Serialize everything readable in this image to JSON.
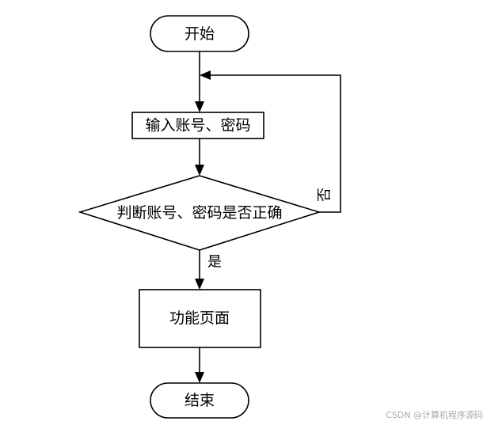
{
  "diagram": {
    "type": "flowchart",
    "nodes": {
      "start": {
        "shape": "terminator",
        "label": "开始"
      },
      "input": {
        "shape": "process",
        "label": "输入账号、密码"
      },
      "check": {
        "shape": "decision",
        "label": "判断账号、密码是否正确"
      },
      "function_page": {
        "shape": "process",
        "label": "功能页面"
      },
      "end": {
        "shape": "terminator",
        "label": "结束"
      }
    },
    "edges": [
      {
        "from": "start",
        "to": "input",
        "label": ""
      },
      {
        "from": "input",
        "to": "check",
        "label": ""
      },
      {
        "from": "check",
        "to": "input",
        "label": "否"
      },
      {
        "from": "check",
        "to": "function_page",
        "label": "是"
      },
      {
        "from": "function_page",
        "to": "end",
        "label": ""
      }
    ]
  },
  "watermark": "CSDN @计算机程序源码"
}
